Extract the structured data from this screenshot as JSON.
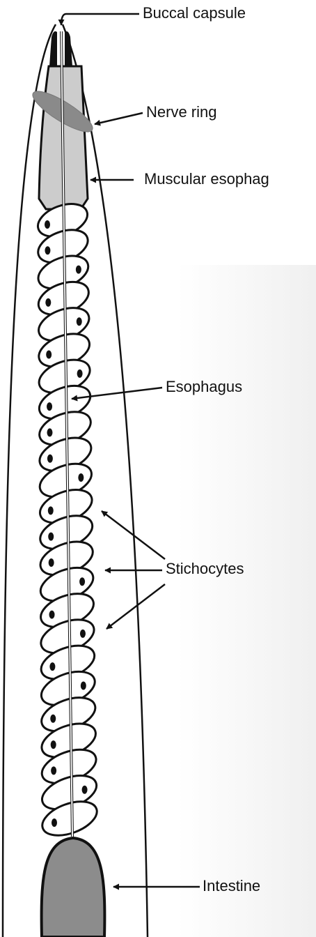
{
  "labels": {
    "buccal_capsule": "Buccal capsule",
    "nerve_ring": "Nerve ring",
    "muscular_esophagus": "Muscular esophag",
    "esophagus": "Esophagus",
    "stichocytes": "Stichocytes",
    "intestine": "Intestine"
  },
  "colors": {
    "outline": "#111111",
    "esophagus_fill": "#cccccc",
    "nerve_ring_fill": "#8a8a8a",
    "intestine_fill": "#8c8c8c",
    "cell_fill": "#ffffff"
  },
  "stichocyte_count": 24
}
